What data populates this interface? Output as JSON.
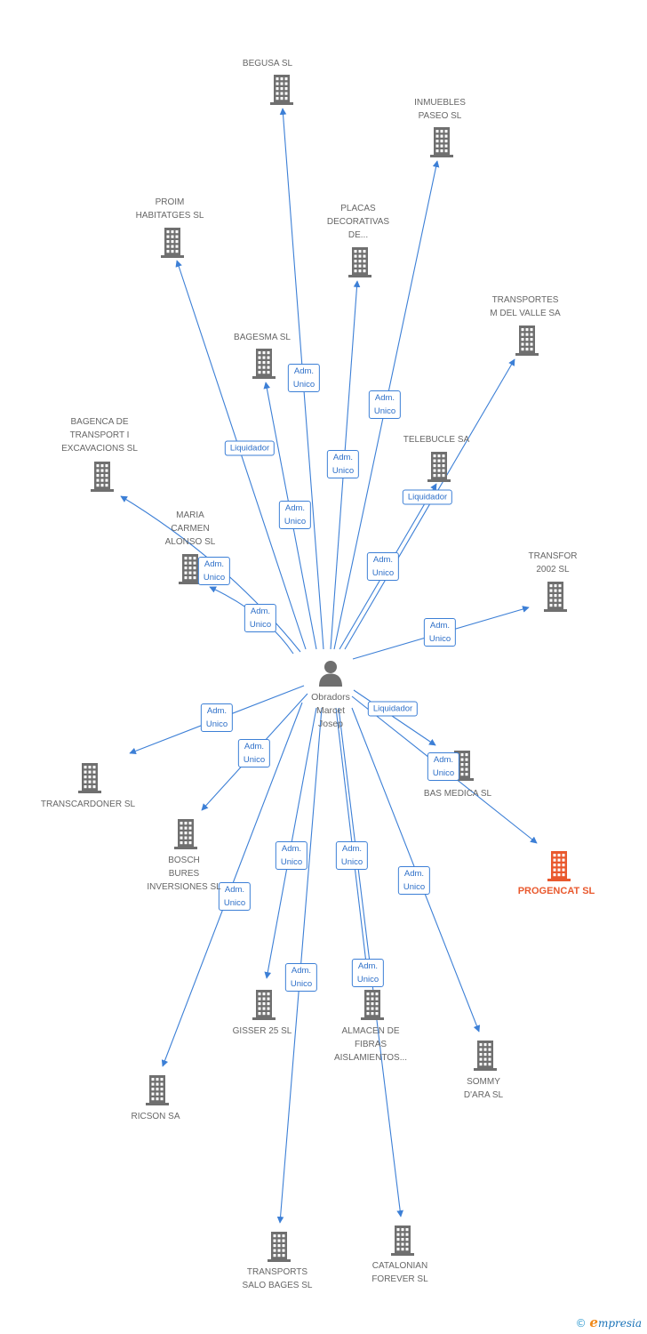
{
  "colors": {
    "edge": "#3c7fd6",
    "company_icon": "#6f6f6f",
    "highlight_icon": "#e9592e",
    "label_text": "#666666",
    "highlight_text": "#e9592e"
  },
  "center": {
    "id": "person",
    "label": "Obradors\nMarcet\nJosep",
    "icon": "person-icon"
  },
  "nodes": [
    {
      "id": "begusa",
      "label": "BEGUSA SL",
      "icon": "building-icon"
    },
    {
      "id": "inmuebles",
      "label": "INMUEBLES\nPASEO SL",
      "icon": "building-icon"
    },
    {
      "id": "proim",
      "label": "PROIM\nHABITATGES SL",
      "icon": "building-icon"
    },
    {
      "id": "placas",
      "label": "PLACAS\nDECORATIVAS\nDE...",
      "icon": "building-icon"
    },
    {
      "id": "transportes-mdv",
      "label": "TRANSPORTES\nM DEL VALLE SA",
      "icon": "building-icon"
    },
    {
      "id": "bagesma",
      "label": "BAGESMA SL",
      "icon": "building-icon"
    },
    {
      "id": "bagenca",
      "label": "BAGENCA DE\nTRANSPORT I\nEXCAVACIONS SL",
      "icon": "building-icon"
    },
    {
      "id": "telebucle",
      "label": "TELEBUCLE SA",
      "icon": "building-icon"
    },
    {
      "id": "maria",
      "label": "MARIA\nCARMEN\nALONSO SL",
      "icon": "building-icon"
    },
    {
      "id": "transfor",
      "label": "TRANSFOR\n2002 SL",
      "icon": "building-icon"
    },
    {
      "id": "transcardoner",
      "label": "TRANSCARDONER SL",
      "icon": "building-icon"
    },
    {
      "id": "basmedica",
      "label": "BAS MEDICA SL",
      "icon": "building-icon"
    },
    {
      "id": "bosch",
      "label": "BOSCH\nBURES\nINVERSIONES SL",
      "icon": "building-icon"
    },
    {
      "id": "progencat",
      "label": "PROGENCAT SL",
      "icon": "building-icon",
      "highlight": true
    },
    {
      "id": "gisser",
      "label": "GISSER 25 SL",
      "icon": "building-icon"
    },
    {
      "id": "almacen",
      "label": "ALMACEN DE\nFIBRAS\nAISLAMIENTOS...",
      "icon": "building-icon"
    },
    {
      "id": "sommy",
      "label": "SOMMY\nD'ARA SL",
      "icon": "building-icon"
    },
    {
      "id": "ricson",
      "label": "RICSON SA",
      "icon": "building-icon"
    },
    {
      "id": "transports-salo",
      "label": "TRANSPORTS\nSALO BAGES SL",
      "icon": "building-icon"
    },
    {
      "id": "catalonian",
      "label": "CATALONIAN\nFOREVER SL",
      "icon": "building-icon"
    }
  ],
  "edges": [
    {
      "from": "person",
      "to": "begusa",
      "label": "Adm.\nUnico"
    },
    {
      "from": "person",
      "to": "inmuebles",
      "label": "Adm.\nUnico"
    },
    {
      "from": "person",
      "to": "proim",
      "label": "Liquidador"
    },
    {
      "from": "person",
      "to": "placas",
      "label": "Adm.\nUnico"
    },
    {
      "from": "person",
      "to": "transportes-mdv",
      "label": "Liquidador"
    },
    {
      "from": "person",
      "to": "bagesma",
      "label": "Adm.\nUnico"
    },
    {
      "from": "person",
      "to": "bagenca",
      "label": "Adm.\nUnico"
    },
    {
      "from": "person",
      "to": "telebucle",
      "label": "Adm.\nUnico"
    },
    {
      "from": "person",
      "to": "maria",
      "label": "Adm.\nUnico"
    },
    {
      "from": "person",
      "to": "transfor",
      "label": "Adm.\nUnico"
    },
    {
      "from": "person",
      "to": "transcardoner",
      "label": "Adm.\nUnico"
    },
    {
      "from": "person",
      "to": "basmedica",
      "label": "Liquidador"
    },
    {
      "from": "basmedica",
      "to": "progencat",
      "label": "Adm.\nUnico"
    },
    {
      "from": "person",
      "to": "bosch",
      "label": "Adm.\nUnico"
    },
    {
      "from": "person",
      "to": "gisser",
      "label": "Adm.\nUnico"
    },
    {
      "from": "person",
      "to": "almacen",
      "label": "Adm.\nUnico"
    },
    {
      "from": "person",
      "to": "sommy",
      "label": "Adm.\nUnico"
    },
    {
      "from": "person",
      "to": "ricson",
      "label": "Adm.\nUnico"
    },
    {
      "from": "person",
      "to": "transports-salo",
      "label": "Adm.\nUnico"
    },
    {
      "from": "person",
      "to": "catalonian",
      "label": "Adm.\nUnico"
    }
  ],
  "footer": {
    "copyright": "©",
    "brand_first": "e",
    "brand_rest": "mpresia"
  }
}
